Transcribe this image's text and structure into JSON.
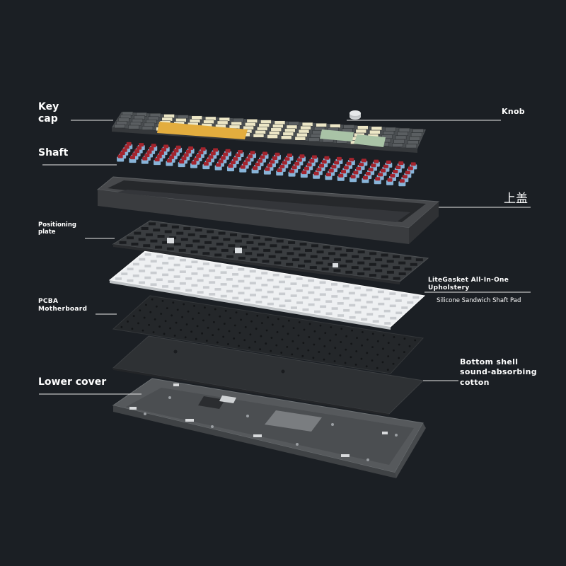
{
  "labels": {
    "keycap": [
      "Key",
      "cap"
    ],
    "knob": "Knob",
    "shaft": "Shaft",
    "upper_cover": "上盖",
    "positioning_plate": [
      "Positioning",
      "plate"
    ],
    "litegasket": [
      "LiteGasket All-In-One",
      "Upholstery"
    ],
    "silicone_pad": "Silicone Sandwich Shaft Pad",
    "pcba": [
      "PCBA",
      "Motherboard"
    ],
    "bottom_cotton": [
      "Bottom shell",
      "sound-absorbing",
      "cotton"
    ],
    "lower_cover": "Lower cover"
  },
  "colors": {
    "background": "#1b1f24",
    "keycap_dark": "#5a5e61",
    "keycap_cream": "#ece6c6",
    "keycap_orange": "#e3ad3e",
    "keycap_green": "#a9c3a6",
    "switch_stem": "#a3242d",
    "switch_housing": "#88b4d8",
    "frame": "#47494c",
    "positioning_plate": "#3a3d40",
    "silicone_pad": "#eef0f2",
    "pcb": "#24272a",
    "cotton": "#2e3134",
    "lower_cover": "#56595c"
  }
}
